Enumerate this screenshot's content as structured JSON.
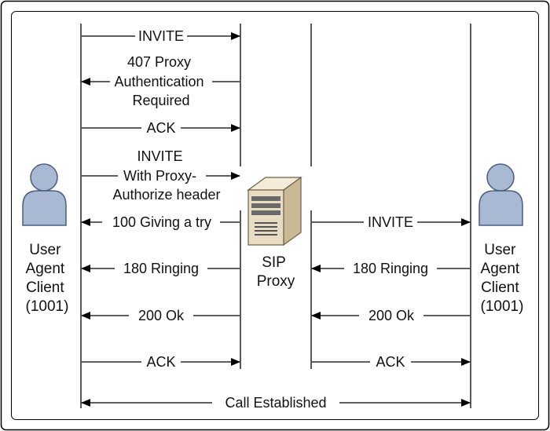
{
  "participants": {
    "left": {
      "lines": [
        "User",
        "Agent",
        "Client",
        "(1001)"
      ]
    },
    "proxy": {
      "lines": [
        "SIP",
        "Proxy"
      ]
    },
    "right": {
      "lines": [
        "User",
        "Agent",
        "Client",
        "(1001)"
      ]
    }
  },
  "messages_left": [
    {
      "lines": [
        "INVITE"
      ],
      "direction": "to-proxy"
    },
    {
      "lines": [
        "407 Proxy",
        "Authentication",
        "Required"
      ],
      "direction": "to-client"
    },
    {
      "lines": [
        "ACK"
      ],
      "direction": "to-proxy"
    },
    {
      "lines": [
        "INVITE",
        "With Proxy-",
        "Authorize header"
      ],
      "direction": "to-proxy"
    },
    {
      "lines": [
        "100 Giving a try"
      ],
      "direction": "to-client"
    },
    {
      "lines": [
        "180 Ringing"
      ],
      "direction": "to-client"
    },
    {
      "lines": [
        "200 Ok"
      ],
      "direction": "to-client"
    },
    {
      "lines": [
        "ACK"
      ],
      "direction": "to-proxy"
    }
  ],
  "messages_right": [
    {
      "lines": [
        "INVITE"
      ],
      "direction": "to-callee"
    },
    {
      "lines": [
        "180 Ringing"
      ],
      "direction": "to-proxy"
    },
    {
      "lines": [
        "200 Ok"
      ],
      "direction": "to-proxy"
    },
    {
      "lines": [
        "ACK"
      ],
      "direction": "to-callee"
    }
  ],
  "established": {
    "label": "Call Established"
  },
  "icons": {
    "left_user": "user-icon",
    "right_user": "user-icon",
    "server": "server-icon"
  },
  "colors": {
    "user_fill": "#a9b9d3",
    "user_stroke": "#4a5d7e",
    "server_fill": "#e8dcc2",
    "line": "#000000"
  }
}
